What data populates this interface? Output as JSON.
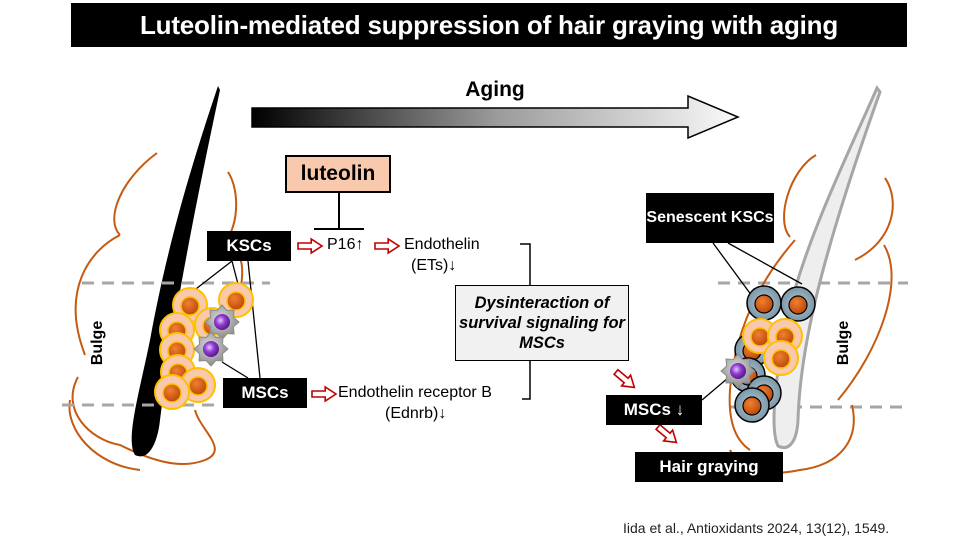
{
  "title": "Luteolin-mediated suppression of hair graying with aging",
  "aging_arrow": {
    "label": "Aging"
  },
  "left_follicle": {
    "bulge_label": "Bulge",
    "ksc_label": "KSCs",
    "msc_label": "MSCs"
  },
  "pathway": {
    "luteolin_label": "luteolin",
    "p16": "P16↑",
    "endothelin": "Endothelin",
    "ets": "(ETs)↓",
    "ednrb_receptor": "Endothelin receptor B",
    "ednrb": "(Ednrb)↓",
    "dysinteraction": "Dysinteraction of survival signaling for MSCs"
  },
  "right_follicle": {
    "senescent_label": "Senescent KSCs",
    "bulge_label": "Bulge",
    "msc_decrease": "MSCs ↓",
    "hair_graying": "Hair graying"
  },
  "citation": "Iida et al., Antioxidants 2024, 13(12), 1549.",
  "colors": {
    "title_bg": "#000000",
    "luteolin_fill": "#f8c9ad",
    "arrow_red": "#c00000",
    "dermis_curve": "#c55a11",
    "ksc_fill": "#f8c9ad",
    "ksc_border": "#ffc000",
    "nucleus": "#d9580f",
    "msc_body": "#a6a6a6",
    "msc_nucleus": "#7030a0",
    "senescent_fill": "#8fa9b8",
    "dys_box_fill": "#f1f1f1"
  }
}
